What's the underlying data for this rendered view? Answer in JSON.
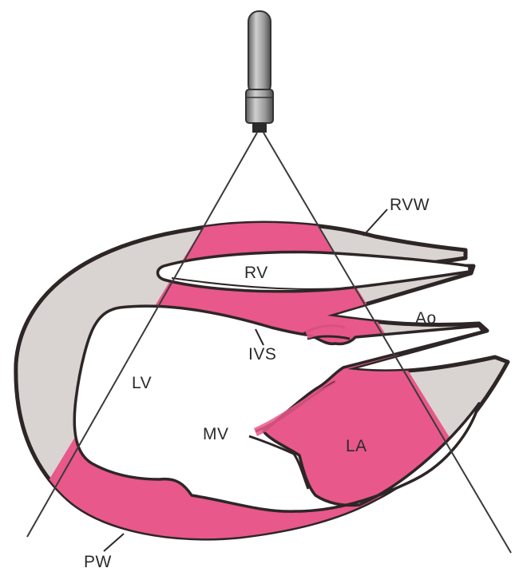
{
  "labels": {
    "rvw": "RVW",
    "rv": "RV",
    "ao": "Ao",
    "ivs": "IVS",
    "lv": "LV",
    "mv": "MV",
    "la": "LA",
    "pw": "PW"
  },
  "colors": {
    "myocardium_in_beam": "#e8588a",
    "myocardium_outside": "#d9d4d1",
    "outline": "#2e2626",
    "chamber": "#ffffff",
    "transducer": "#8d8d8d"
  }
}
